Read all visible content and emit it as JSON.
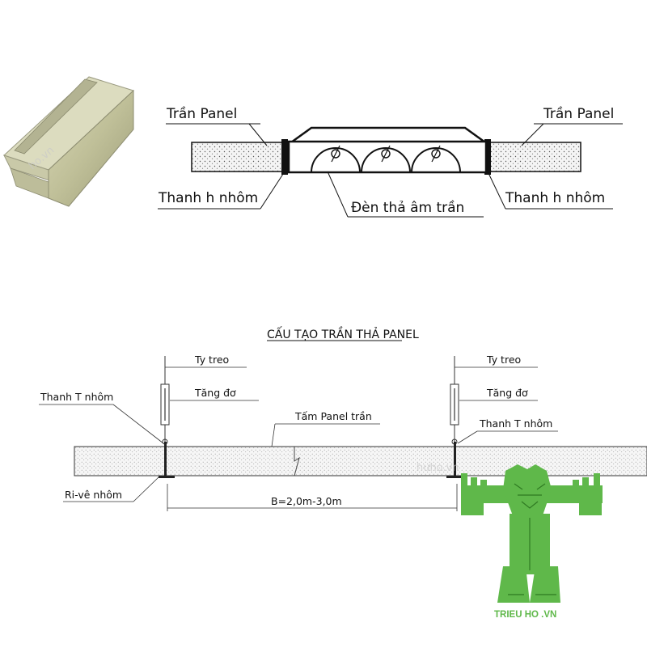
{
  "top_diagram": {
    "label_panel_left": "Trần Panel",
    "label_panel_right": "Trần Panel",
    "label_h_left": "Thanh h nhôm",
    "label_h_right": "Thanh h nhôm",
    "label_light": "Đèn thả âm trần"
  },
  "bottom_diagram": {
    "title": "CẤU TẠO TRẦN THẢ PANEL",
    "label_rod_left": "Ty treo",
    "label_rod_right": "Ty treo",
    "label_turnbuckle_left": "Tăng đơ",
    "label_turnbuckle_right": "Tăng đơ",
    "label_t_bar_left": "Thanh T nhôm",
    "label_t_bar_right": "Thanh T nhôm",
    "label_panel": "Tấm Panel trần",
    "label_rivet": "Ri-vê nhôm",
    "dimension": "B=2,0m-3,0m"
  },
  "watermark": "hưho.vn",
  "logo": {
    "text": "TRIEU HO .VN",
    "color": "#5fb84a"
  }
}
